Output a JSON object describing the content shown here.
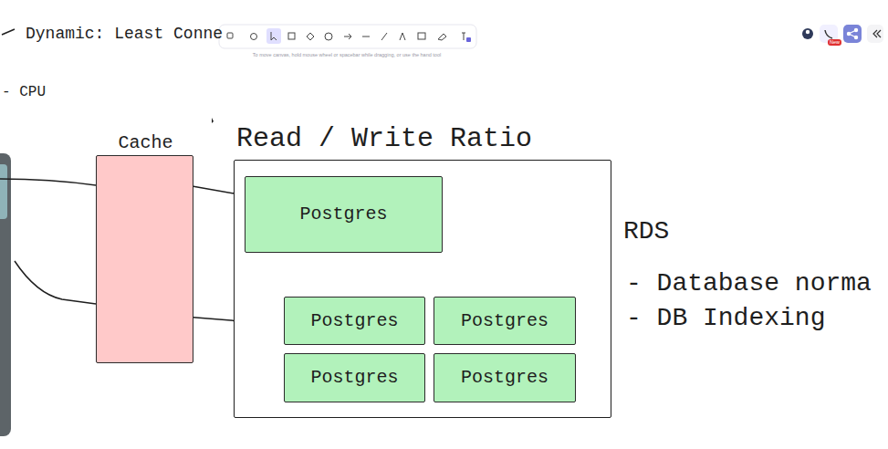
{
  "diagram": {
    "nodes": [
      {
        "text": [
          "Cache"
        ]
      },
      {
        "text": [
          "Read / Write Ratio"
        ]
      },
      {
        "text": [
          "Postgres"
        ],
        "in": 1
      },
      {
        "text": [
          "Postgres"
        ],
        "in": 1
      },
      {
        "text": [
          "Postgres"
        ],
        "in": 1
      },
      {
        "text": [
          "Postgres"
        ],
        "in": 1
      },
      {
        "text": [
          "Postgres"
        ],
        "in": 1
      }
    ],
    "edges": [
      {
        "from": 0,
        "to": 2,
        "arrow": "to"
      },
      {
        "from": 0,
        "to": 3,
        "arrow": "to"
      },
      {
        "from": 2,
        "to": 3,
        "arrow": "to"
      }
    ],
    "labels": [
      "Dynamic: Least Conne",
      "- CPU",
      "To move canvas, hold mouse wheel or spacebar while dragging, or use the hand tool",
      "New",
      "RDS",
      "- Database norma",
      "- DB Indexing"
    ]
  }
}
